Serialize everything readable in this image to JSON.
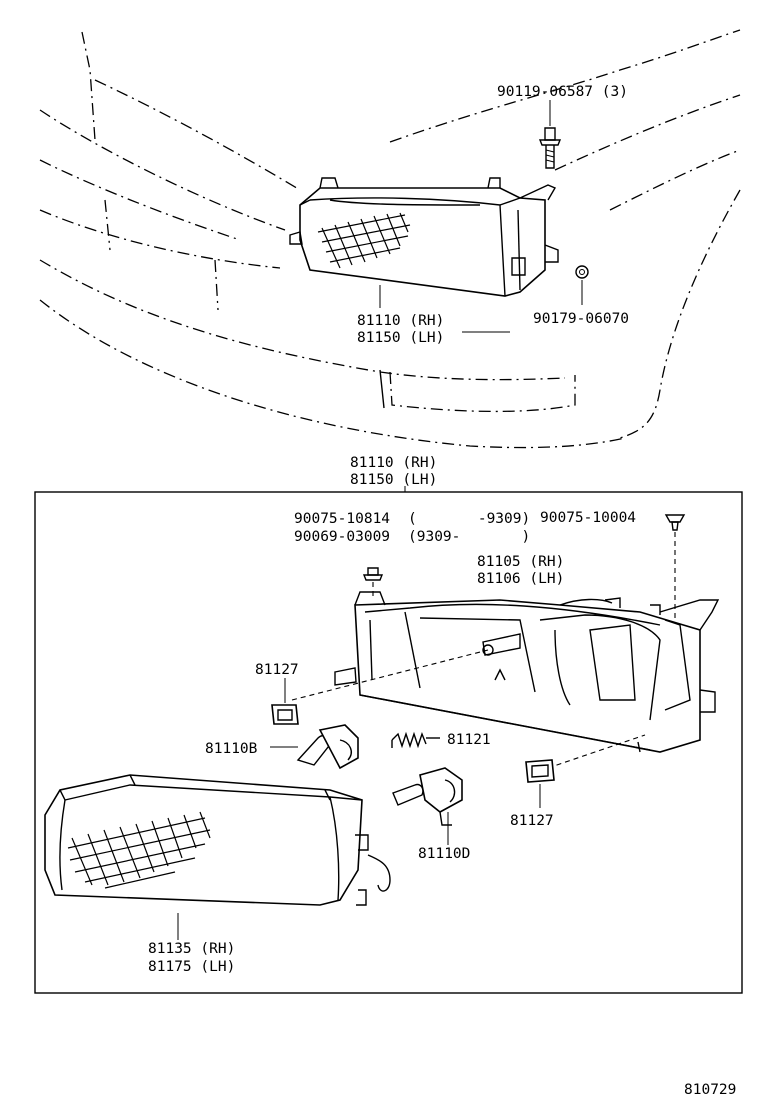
{
  "diagram": {
    "top_assembly": {
      "bolt": "90119-06587 (3)",
      "nut": "90179-06070",
      "headlamp_rh": "81110 (RH)",
      "headlamp_lh": "81150 (LH)"
    },
    "detail_box": {
      "title_rh": "81110 (RH)",
      "title_lh": "81150 (LH)",
      "screw_a": "90075-10814",
      "screw_a_range": "(       -9309)",
      "screw_b": "90069-03009",
      "screw_b_range": "(9309-       )",
      "screw_c": "90075-10004",
      "housing_rh": "81105 (RH)",
      "housing_lh": "81106 (LH)",
      "socket_left": "81127",
      "socket_right": "81127",
      "bulb_b": "81110B",
      "spring": "81121",
      "bulb_d": "81110D",
      "lens_rh": "81135 (RH)",
      "lens_lh": "81175 (LH)"
    },
    "figure_code": "810729"
  }
}
